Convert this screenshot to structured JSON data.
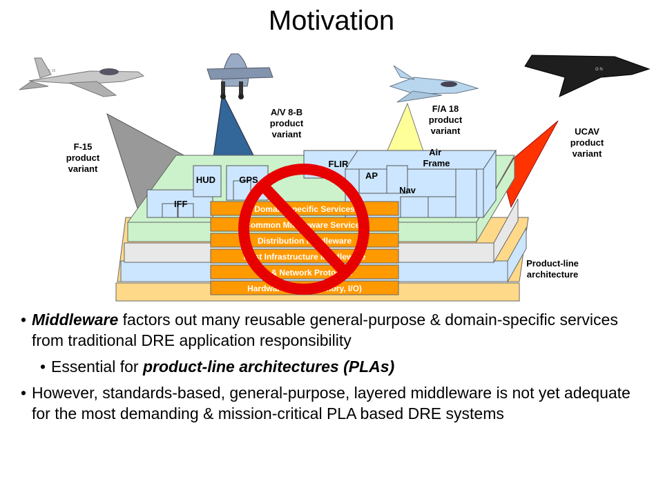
{
  "title": "Motivation",
  "variants": {
    "f15": "F-15\nproduct\nvariant",
    "av8b": "A/V 8-B\nproduct\nvariant",
    "fa18": "F/A 18\nproduct\nvariant",
    "ucav": "UCAV\nproduct\nvariant"
  },
  "plane_labels": {
    "f15_word": "F-15",
    "ucav_text": "ʘ N"
  },
  "pla_label": "Product-line\narchitecture",
  "components": {
    "iff": "IFF",
    "hud": "HUD",
    "gps": "GPS",
    "flir": "FLIR",
    "ap": "AP",
    "air_frame": "Air\nFrame",
    "nav": "Nav"
  },
  "layers": [
    "Domain-specific Services",
    "Common Middleware Services",
    "Distribution Middleware",
    "Host Infrastructure Middleware",
    "OS & Network Protocols",
    "Hardware (CPU, Memory, I/O)"
  ],
  "bullets": {
    "b1_em": "Middleware",
    "b1_rest": " factors out many reusable general-purpose & domain-specific services from traditional DRE application responsibility",
    "b2_pre": "Essential for ",
    "b2_em": "product-line architectures (PLAs)",
    "b3": "However, standards-based, general-purpose, layered middleware is not yet adequate for the most demanding & mission-critical PLA based DRE systems",
    "marker": "•"
  },
  "colors": {
    "hardware": "#ffd98a",
    "os": "#cce6ff",
    "host": "#e8e8e8",
    "distribution": "#ffffff",
    "common": "#ccf2cc",
    "components": "#cce6ff",
    "stack_block": "#ff9900",
    "no_sign": "#e60000",
    "f15_beam": "#999999",
    "av8b_beam": "#336699",
    "fa18_beam": "#ffff99",
    "ucav_beam": "#ff3300"
  },
  "icons": [
    "f15-jet-icon",
    "harrier-jet-icon",
    "hornet-jet-icon",
    "ucav-drone-icon",
    "prohibition-icon"
  ]
}
